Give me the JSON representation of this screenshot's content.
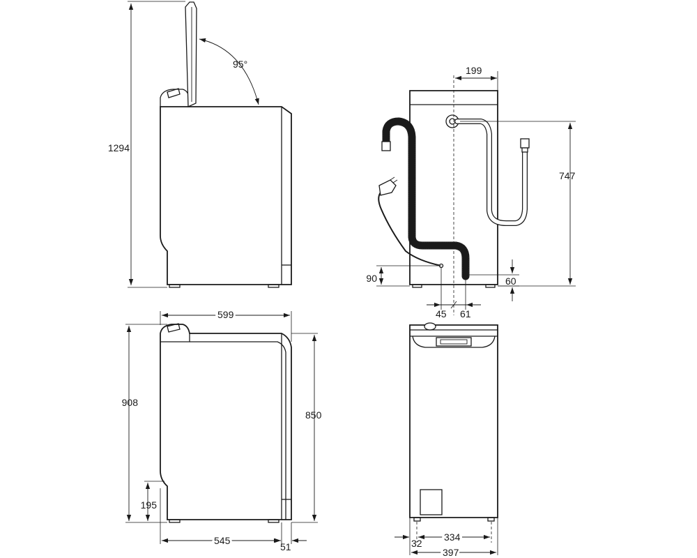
{
  "dimensions": {
    "lid_opening_angle": "95°",
    "total_height_lid_open": "1294",
    "depth_rear_offset": "199",
    "water_inlet_height": "747",
    "power_cord_height": "90",
    "drain_height": "60",
    "cord_offset": "45",
    "drain_offset": "61",
    "width": "599",
    "height_with_worktop": "908",
    "height_body": "850",
    "recess_height": "195",
    "depth_body": "545",
    "depth_overhang": "51",
    "foot_offset": "32",
    "foot_span": "334",
    "rear_width": "397"
  }
}
